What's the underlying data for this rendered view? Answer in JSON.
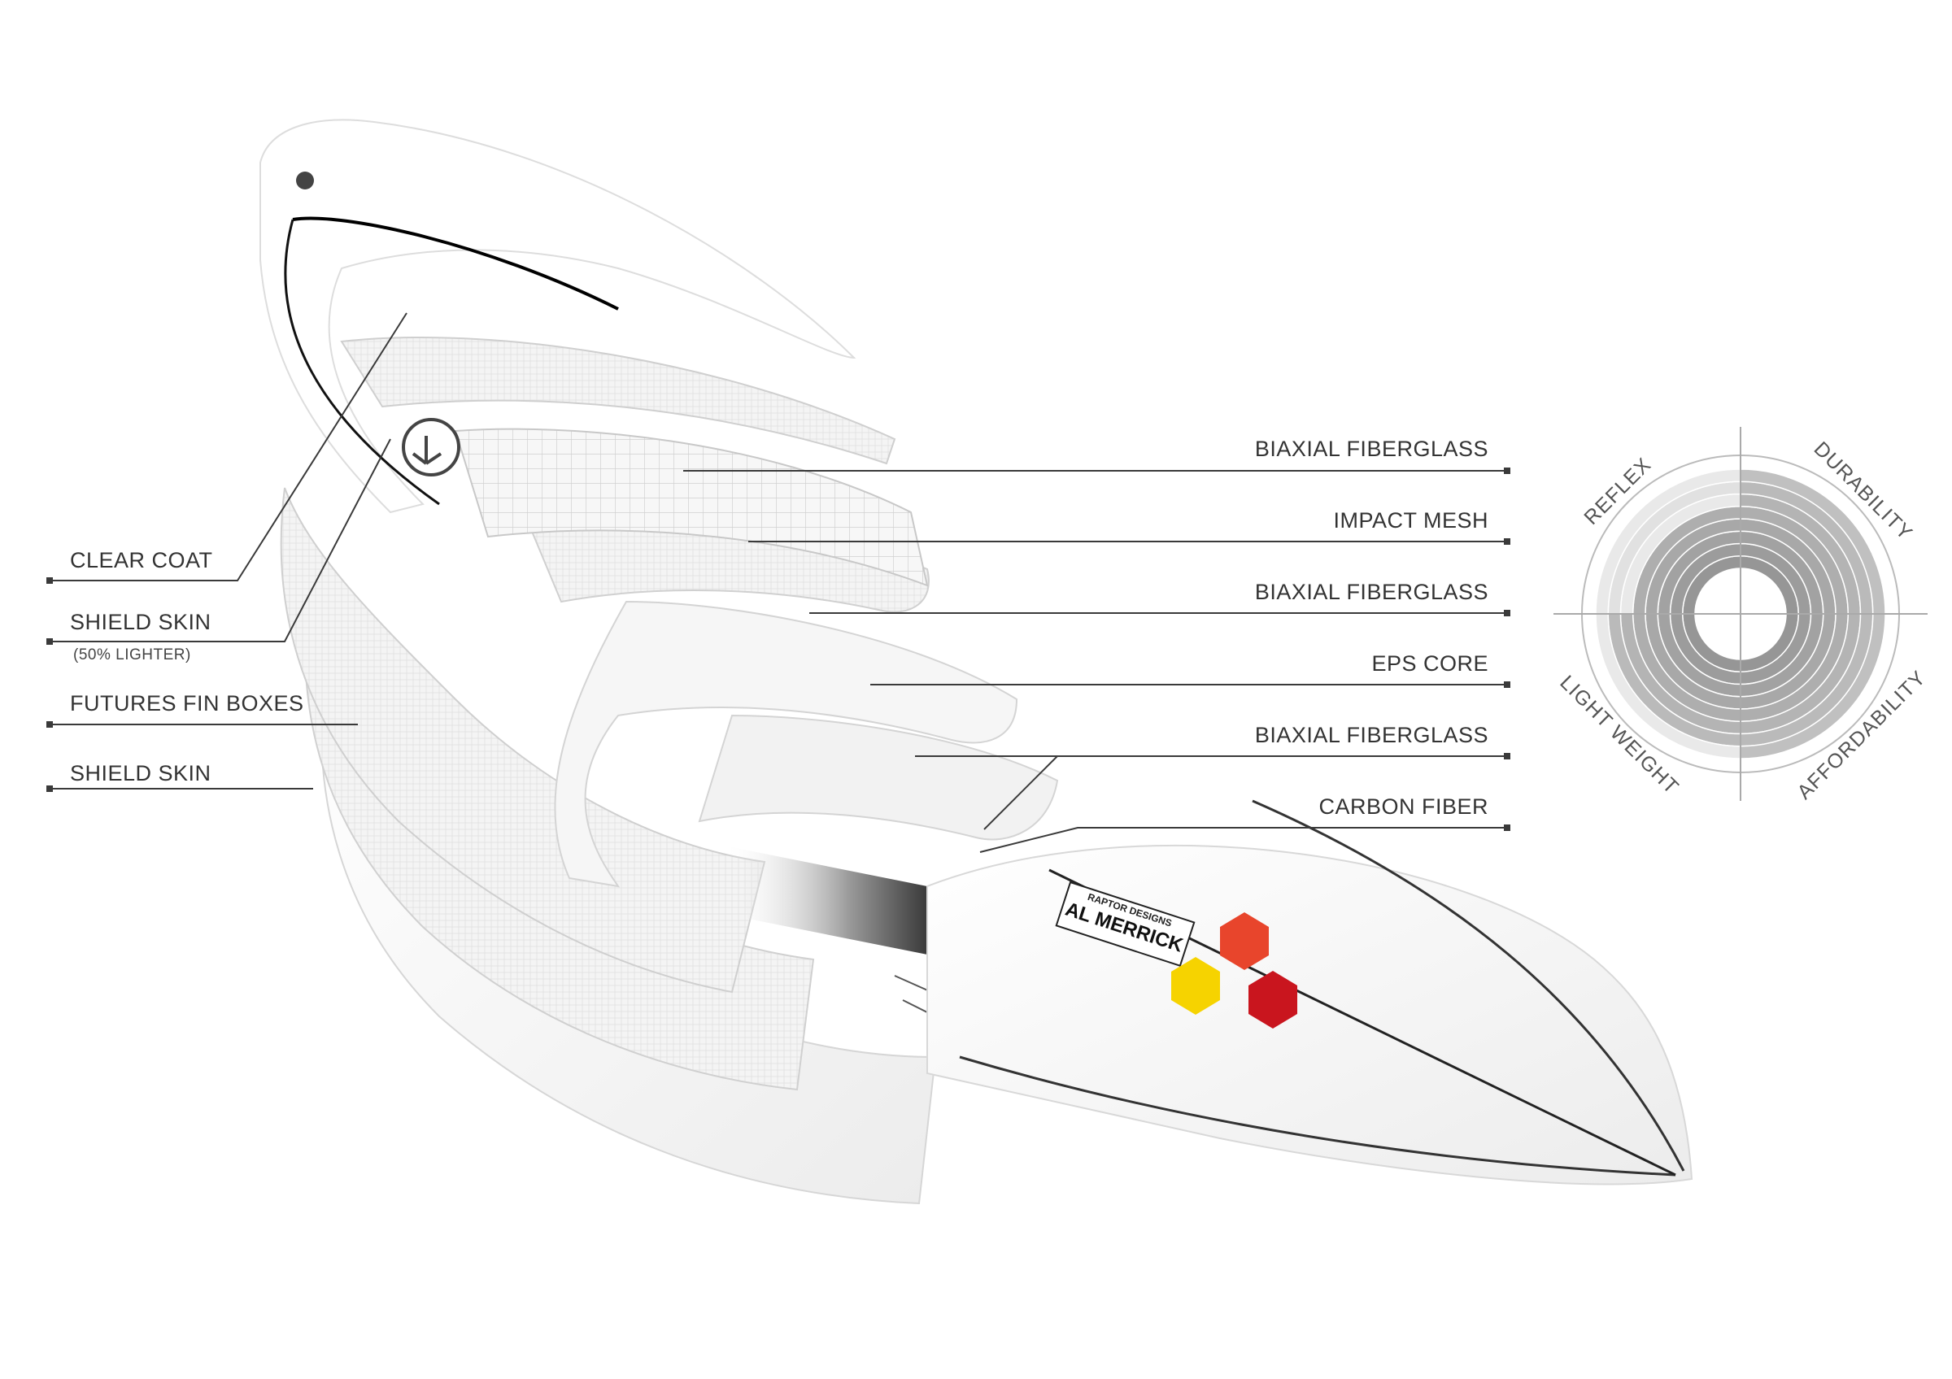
{
  "colors": {
    "line": "#3a3a3a",
    "board": "#ffffff",
    "layer_edge": "#cfcfcf",
    "hex_orange": "#e8452c",
    "hex_yellow": "#f6d300",
    "hex_red": "#c9151e",
    "carbon": "#1c1c1c",
    "radar_ring_dark": "#8c8c8c",
    "radar_ring_light": "#d8d8d8"
  },
  "left_labels": {
    "clear_coat": "CLEAR COAT",
    "shield_skin_top": "SHIELD SKIN",
    "shield_skin_note": "(50% LIGHTER)",
    "futures_fin_boxes": "FUTURES FIN BOXES",
    "shield_skin_bottom": "SHIELD SKIN"
  },
  "right_labels": {
    "biaxial_1": "BIAXIAL FIBERGLASS",
    "impact_mesh": "IMPACT MESH",
    "biaxial_2": "BIAXIAL FIBERGLASS",
    "eps_core": "EPS CORE",
    "biaxial_3": "BIAXIAL FIBERGLASS",
    "carbon_fiber": "CARBON FIBER"
  },
  "radar": {
    "axes": [
      "REFLEX",
      "DURABILITY",
      "AFFORDABILITY",
      "LIGHT WEIGHT"
    ],
    "rating_levels_of_8": {
      "REFLEX": 5,
      "DURABILITY": 8,
      "AFFORDABILITY": 8,
      "LIGHT WEIGHT": 7
    }
  },
  "brand": {
    "logo_text": "AL MERRICK",
    "logo_subtext": "RAPTOR DESIGNS"
  },
  "icons": {
    "torq_logo": "circle-arrow-logo-icon",
    "channel_islands_logo": "three-hexagons-logo-icon",
    "leash_plug": "leash-plug-icon"
  }
}
